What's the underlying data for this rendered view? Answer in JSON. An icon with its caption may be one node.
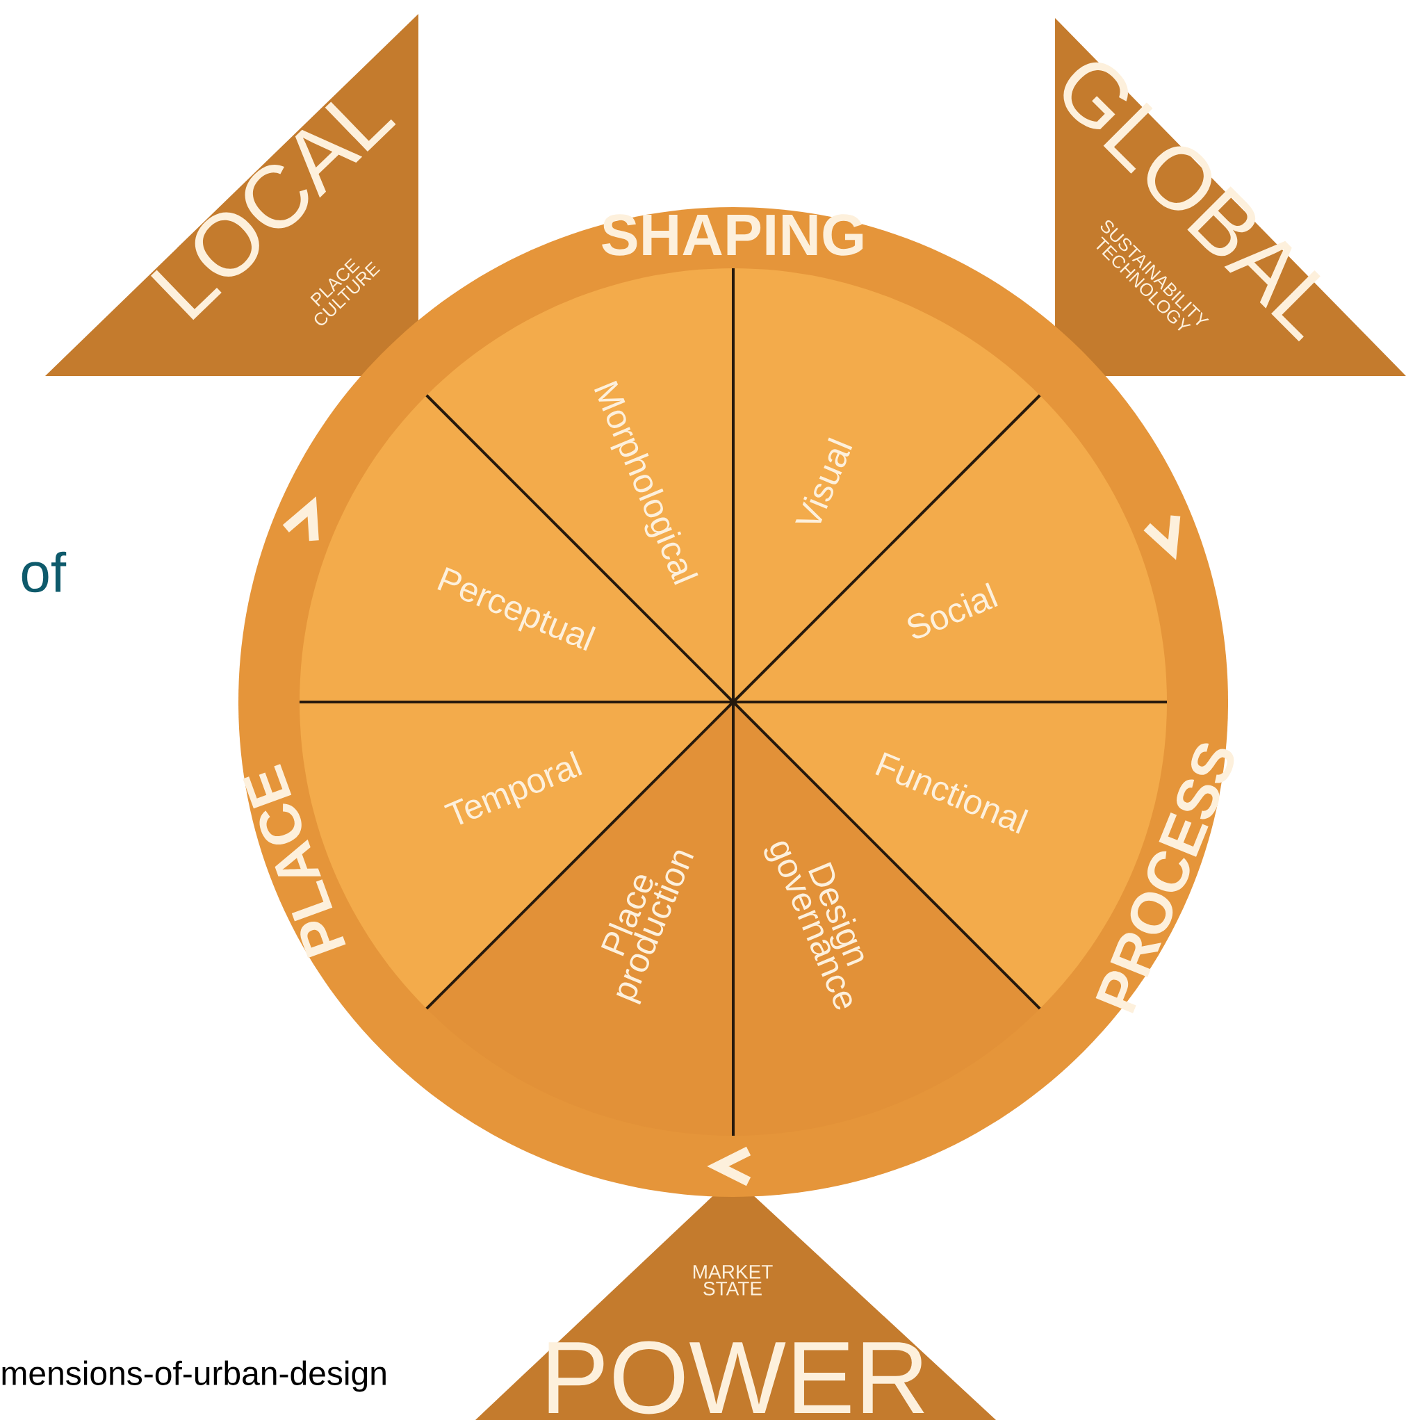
{
  "diagram": {
    "nodes": [
      {
        "text": [
          "LOCAL",
          "PLACE CULTURE"
        ]
      },
      {
        "text": [
          "GLOBAL",
          "SUSTAINABILITY TECHNOLOGY"
        ]
      },
      {
        "text": [
          "SHAPING",
          "PROCESS",
          "PLACE"
        ]
      },
      {
        "text": [
          "Morphological"
        ],
        "in": 2
      },
      {
        "text": [
          "Visual"
        ],
        "in": 2
      },
      {
        "text": [
          "Perceptual"
        ],
        "in": 2
      },
      {
        "text": [
          "Social"
        ],
        "in": 2
      },
      {
        "text": [
          "Temporal"
        ],
        "in": 2
      },
      {
        "text": [
          "Functional"
        ],
        "in": 2
      },
      {
        "text": [
          "Place production"
        ],
        "in": 2
      },
      {
        "text": [
          "Design governance"
        ],
        "in": 2
      },
      {
        "text": [
          "MARKET STATE",
          "POWER"
        ]
      }
    ],
    "labels": [
      "of",
      "mensions-of-urban-design"
    ]
  }
}
